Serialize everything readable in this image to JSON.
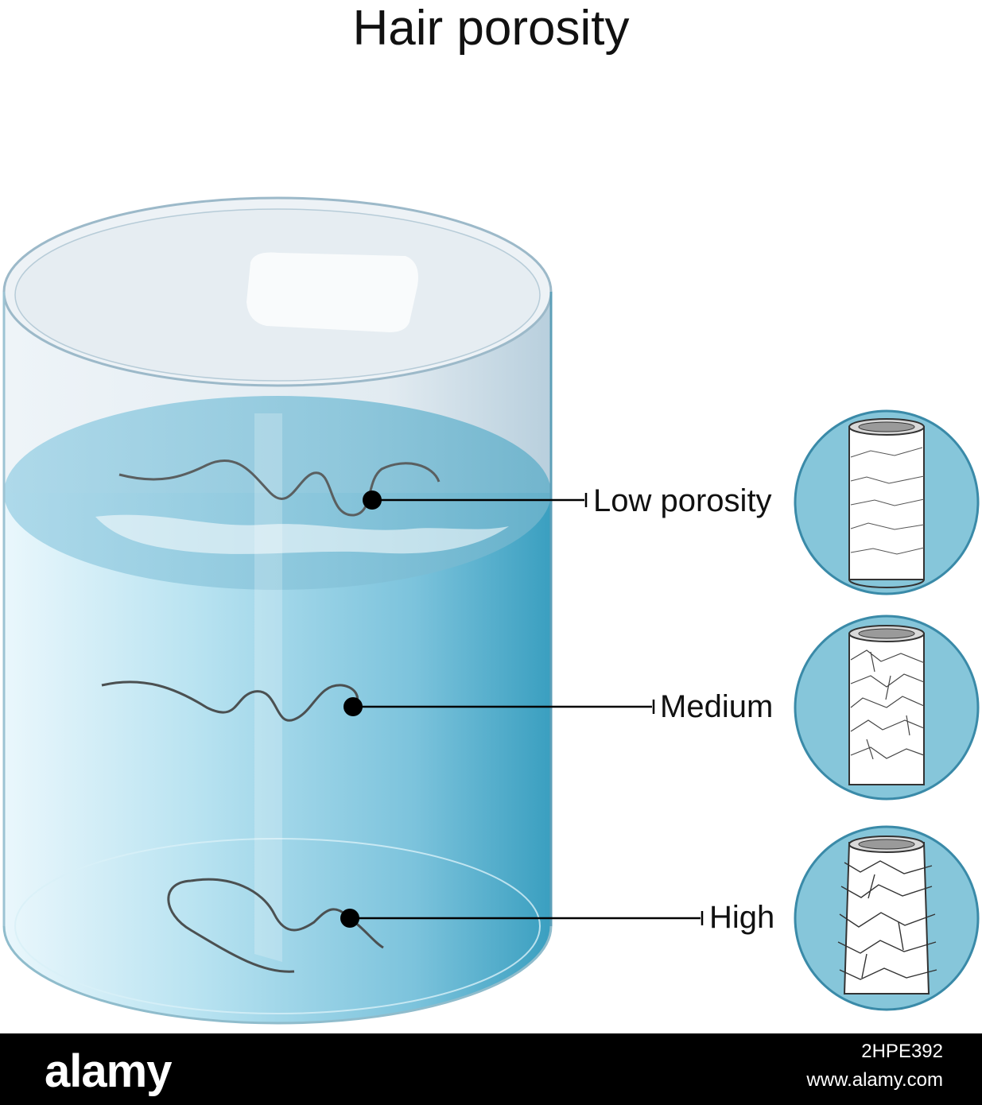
{
  "title": "Hair porosity",
  "labels": {
    "low": "Low porosity",
    "medium": "Medium",
    "high": "High"
  },
  "footer": {
    "brand": "alamy",
    "image_id": "2HPE392",
    "site": "www.alamy.com"
  },
  "colors": {
    "water": "#7cc3dc",
    "water_deep": "#3ea5c4",
    "circle_fill": "#86c6da",
    "circle_stroke": "#3a8aa8",
    "hair": "#555a5c",
    "footer_bg": "#000000"
  }
}
